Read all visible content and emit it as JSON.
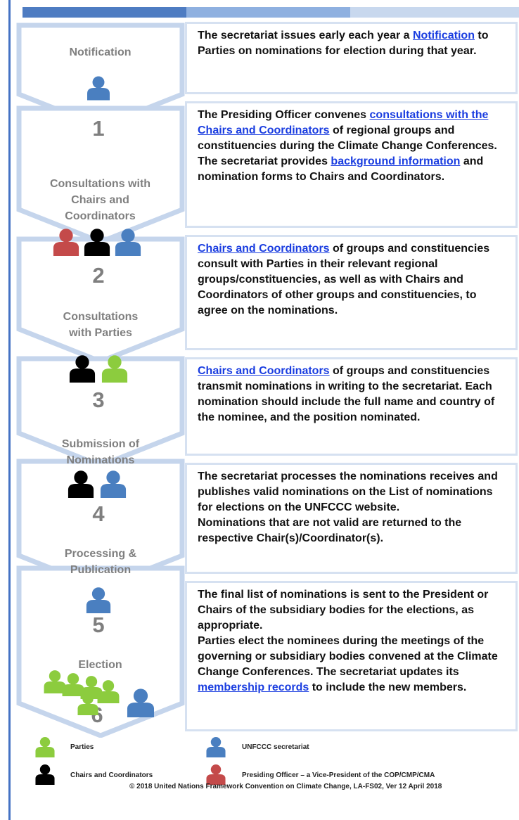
{
  "steps": [
    {
      "label": "Notification",
      "number": ""
    },
    {
      "label": "Consultations with Chairs and Coordinators",
      "number": "1"
    },
    {
      "label": "Consultations with Parties",
      "number": "2"
    },
    {
      "label": "Submission of Nominations",
      "number": "3"
    },
    {
      "label": "Processing & Publication",
      "number": "4"
    },
    {
      "label": "Election",
      "number": "5"
    },
    {
      "label": "",
      "number": "6"
    }
  ],
  "descriptions": [
    {
      "p1": "The secretariat issues early each year a ",
      "link1": "Notification",
      "p2": " to Parties on nominations for election during that year."
    },
    {
      "p1": "The Presiding Officer convenes ",
      "link1": "consultations with the Chairs and Coordinators",
      "p2": " of regional groups and constituencies during the Climate Change Conferences. The secretariat provides ",
      "link2": "background information",
      "p3": " and nomination forms to Chairs and Coordinators."
    },
    {
      "link1": "Chairs and Coordinators",
      "p1": " of groups and constituencies consult with Parties in their relevant regional groups/constituencies, as well as with Chairs and Coordinators of other groups and constituencies, to agree on the nominations."
    },
    {
      "link1": "Chairs and Coordinators",
      "p1": " of groups and constituencies transmit nominations in writing to the secretariat. Each nomination should include the full name and country of the nominee, and the position nominated."
    },
    {
      "p1": "The secretariat processes the nominations receives and publishes valid nominations on the List of nominations for elections on the UNFCCC website.",
      "p2": "Nominations that are not valid are returned to the respective Chair(s)/Coordinator(s)."
    },
    {
      "p1": "The final list of nominations is sent to the President or Chairs of the subsidiary bodies for the elections, as appropriate.",
      "p2": "Parties elect the nominees during the meetings of the governing or subsidiary bodies convened at the Climate Change Conferences. The secretariat updates its ",
      "link1": "membership records",
      "p3": " to include the new members."
    }
  ],
  "legend": {
    "parties": "Parties",
    "secretariat": "UNFCCC secretariat",
    "chairs": "Chairs and Coordinators",
    "presiding": "Presiding Officer – a Vice-President of the COP/CMP/CMA"
  },
  "footer": {
    "copyright": "© 2018 United Nations Framework Convention on Climate Change, LA-FS02, Ver 12 April 2018"
  },
  "colors": {
    "secretariat": "#4a7fc0",
    "parties": "#8ccc3e",
    "chairs": "#000000",
    "presiding": "#c44a4a",
    "chevron": "#c5d5ec",
    "link": "#1a3de0",
    "label": "#7f7f7f"
  }
}
